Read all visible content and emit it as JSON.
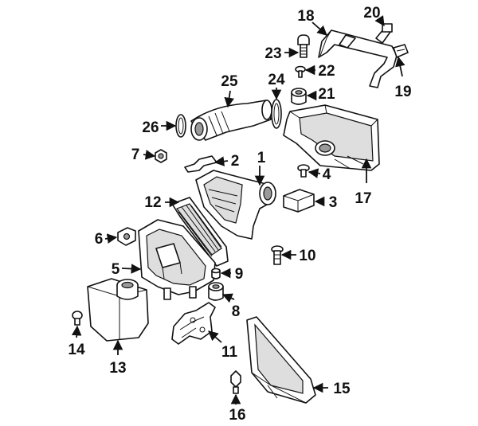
{
  "colors": {
    "line": "#111111",
    "shade": "#dedede",
    "dark": "#9a9a9a",
    "background": "#ffffff"
  },
  "callouts": [
    {
      "key": "c1",
      "label": "1"
    },
    {
      "key": "c2",
      "label": "2"
    },
    {
      "key": "c3",
      "label": "3"
    },
    {
      "key": "c4",
      "label": "4"
    },
    {
      "key": "c5",
      "label": "5"
    },
    {
      "key": "c6",
      "label": "6"
    },
    {
      "key": "c7",
      "label": "7"
    },
    {
      "key": "c8",
      "label": "8"
    },
    {
      "key": "c9",
      "label": "9"
    },
    {
      "key": "c10",
      "label": "10"
    },
    {
      "key": "c11",
      "label": "11"
    },
    {
      "key": "c12",
      "label": "12"
    },
    {
      "key": "c13",
      "label": "13"
    },
    {
      "key": "c14",
      "label": "14"
    },
    {
      "key": "c15",
      "label": "15"
    },
    {
      "key": "c16",
      "label": "16"
    },
    {
      "key": "c17",
      "label": "17"
    },
    {
      "key": "c18",
      "label": "18"
    },
    {
      "key": "c19",
      "label": "19"
    },
    {
      "key": "c20",
      "label": "20"
    },
    {
      "key": "c21",
      "label": "21"
    },
    {
      "key": "c22",
      "label": "22"
    },
    {
      "key": "c23",
      "label": "23"
    },
    {
      "key": "c24",
      "label": "24"
    },
    {
      "key": "c25",
      "label": "25"
    },
    {
      "key": "c26",
      "label": "26"
    }
  ]
}
